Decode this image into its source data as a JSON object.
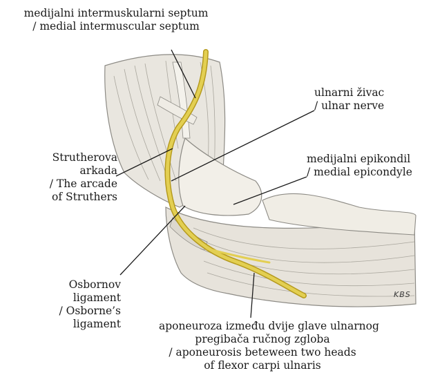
{
  "labels": {
    "septum": {
      "line1": "medijalni intermuskularni septum",
      "line2": "/ medial intermuscular septum"
    },
    "ulnar_nerve": {
      "line1": "ulnarni živac",
      "line2": "/ ulnar nerve"
    },
    "epicondyle": {
      "line1": "medijalni epikondil",
      "line2": "/ medial epicondyle"
    },
    "struthers": {
      "line1": "Strutherova",
      "line2": "arkada",
      "line3": "/ The arcade",
      "line4": "of Struthers"
    },
    "osborne": {
      "line1": "Osbornov",
      "line2": "ligament",
      "line3": "/ Osborne’s",
      "line4": "ligament"
    },
    "aponeurosis": {
      "line1": "aponeuroza između dvije glave ulnarnog",
      "line2": "pregibača ručnog zgloba",
      "line3": "/ aponeurosis beteween two heads",
      "line4": "of flexor carpi ulnaris"
    }
  },
  "signature": "KBS",
  "colors": {
    "nerve": "#e3cf52",
    "nerve_dark": "#b59a1e",
    "skin": "#e9e6df",
    "bone": "#f2efe8",
    "ink": "#4a4a4a"
  }
}
